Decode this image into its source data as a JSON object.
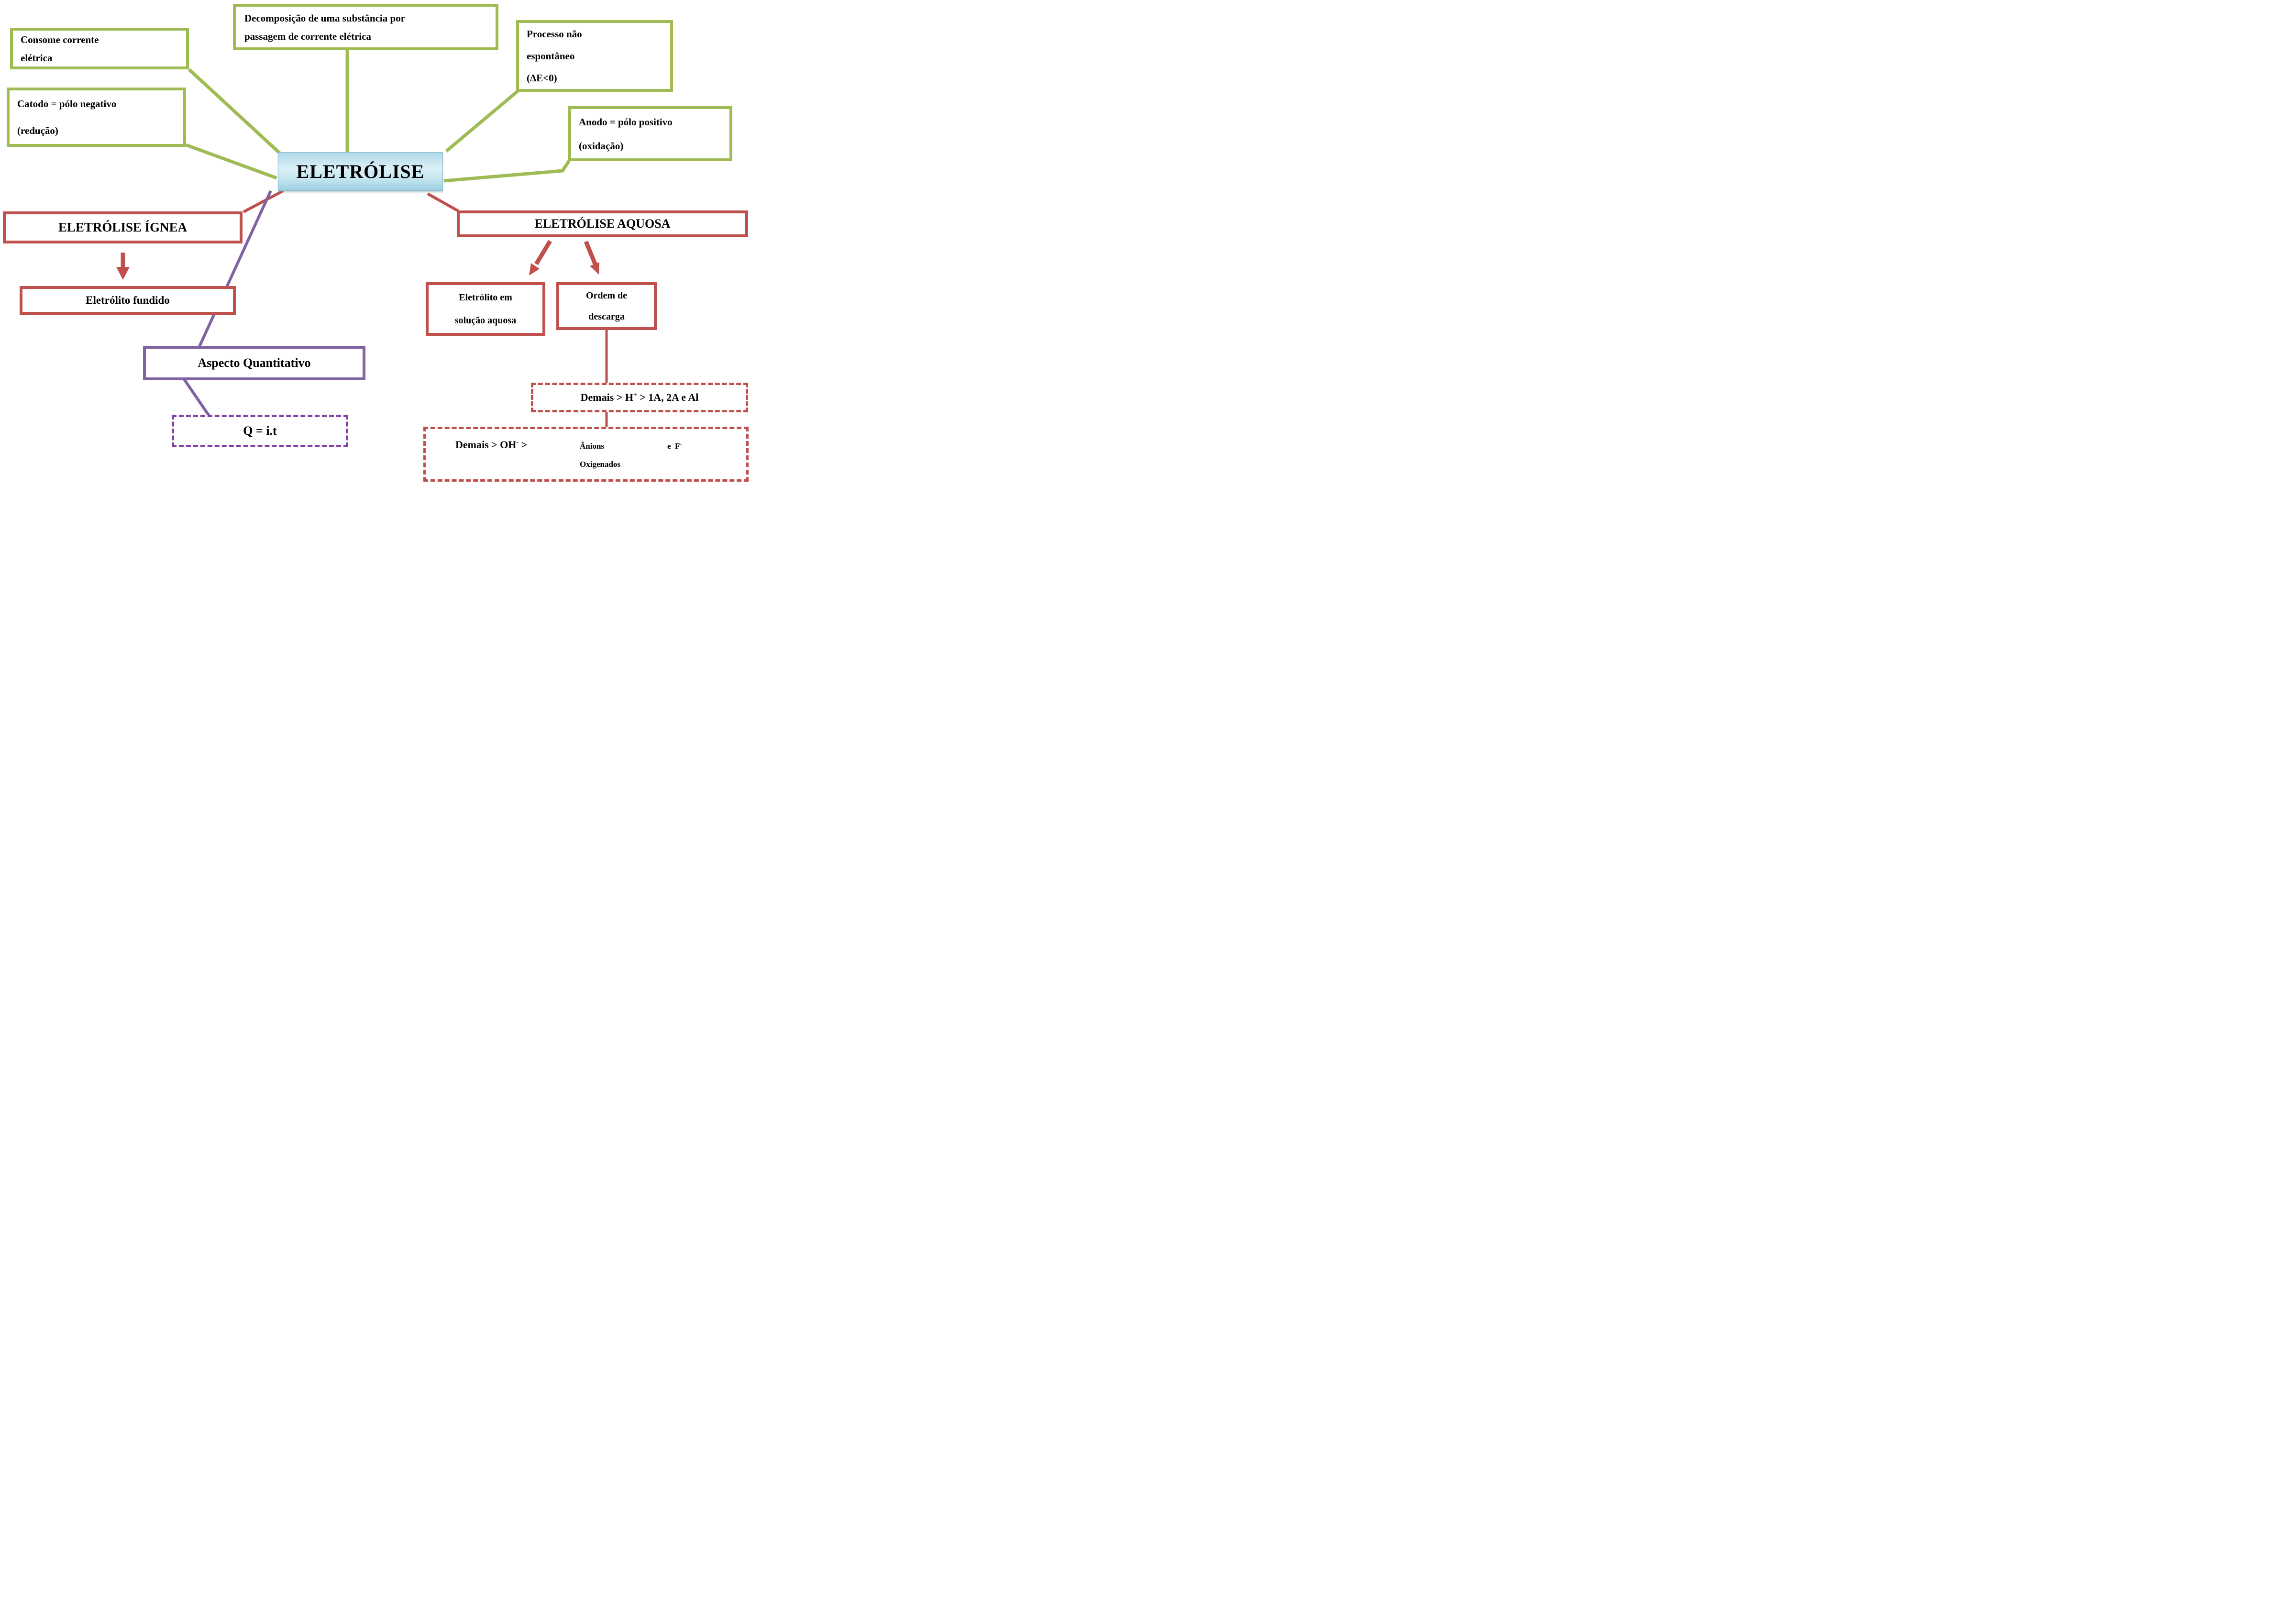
{
  "colors": {
    "green": "#9FBB54",
    "red": "#C0504D",
    "purple": "#8064A2",
    "purple_dash": "#8440A5",
    "blue_edge": "#B0D9E8",
    "blue_light": "#DBF0F7",
    "blue_mid": "#C6E7F1",
    "blue_dark": "#9DCFE0"
  },
  "nodes": {
    "center": {
      "title": "ELETRÓLISE"
    },
    "definition": {
      "line1": "Decomposição de uma substância por",
      "line2": "passagem de corrente elétrica"
    },
    "consumes": {
      "line1": "Consome corrente",
      "line2": "elétrica"
    },
    "cathode": {
      "line1": "Catodo = pólo negativo",
      "line2": "(redução)"
    },
    "non_spontaneous": {
      "line1": "Processo não",
      "line2": "espontâneo",
      "line3": "(ΔE<0)"
    },
    "anode": {
      "line1": "Anodo = pólo positivo",
      "line2": "(oxidação)"
    },
    "ignea": {
      "title": "ELETRÓLISE ÍGNEA"
    },
    "molten": {
      "label": "Eletrólito fundido"
    },
    "aqueous": {
      "title": "ELETRÓLISE AQUOSA"
    },
    "solution": {
      "line1": "Eletrólito em",
      "line2": "solução aquosa"
    },
    "discharge": {
      "line1": "Ordem de",
      "line2": "descarga"
    },
    "quantitative": {
      "title": "Aspecto Quantitativo"
    },
    "formula": {
      "label": "Q = i.t"
    },
    "cation_order": {
      "prefix": "Demais > H",
      "sup": "+",
      "suffix": " > 1A, 2A e Al"
    },
    "anion_order": {
      "prefix": "Demais > OH",
      "sup1": "-",
      "gt": " >",
      "anions_line1": "Ânions",
      "anions_line2": "Oxigenados",
      "and": "e",
      "fluoride": "F",
      "sup2": "-"
    }
  }
}
